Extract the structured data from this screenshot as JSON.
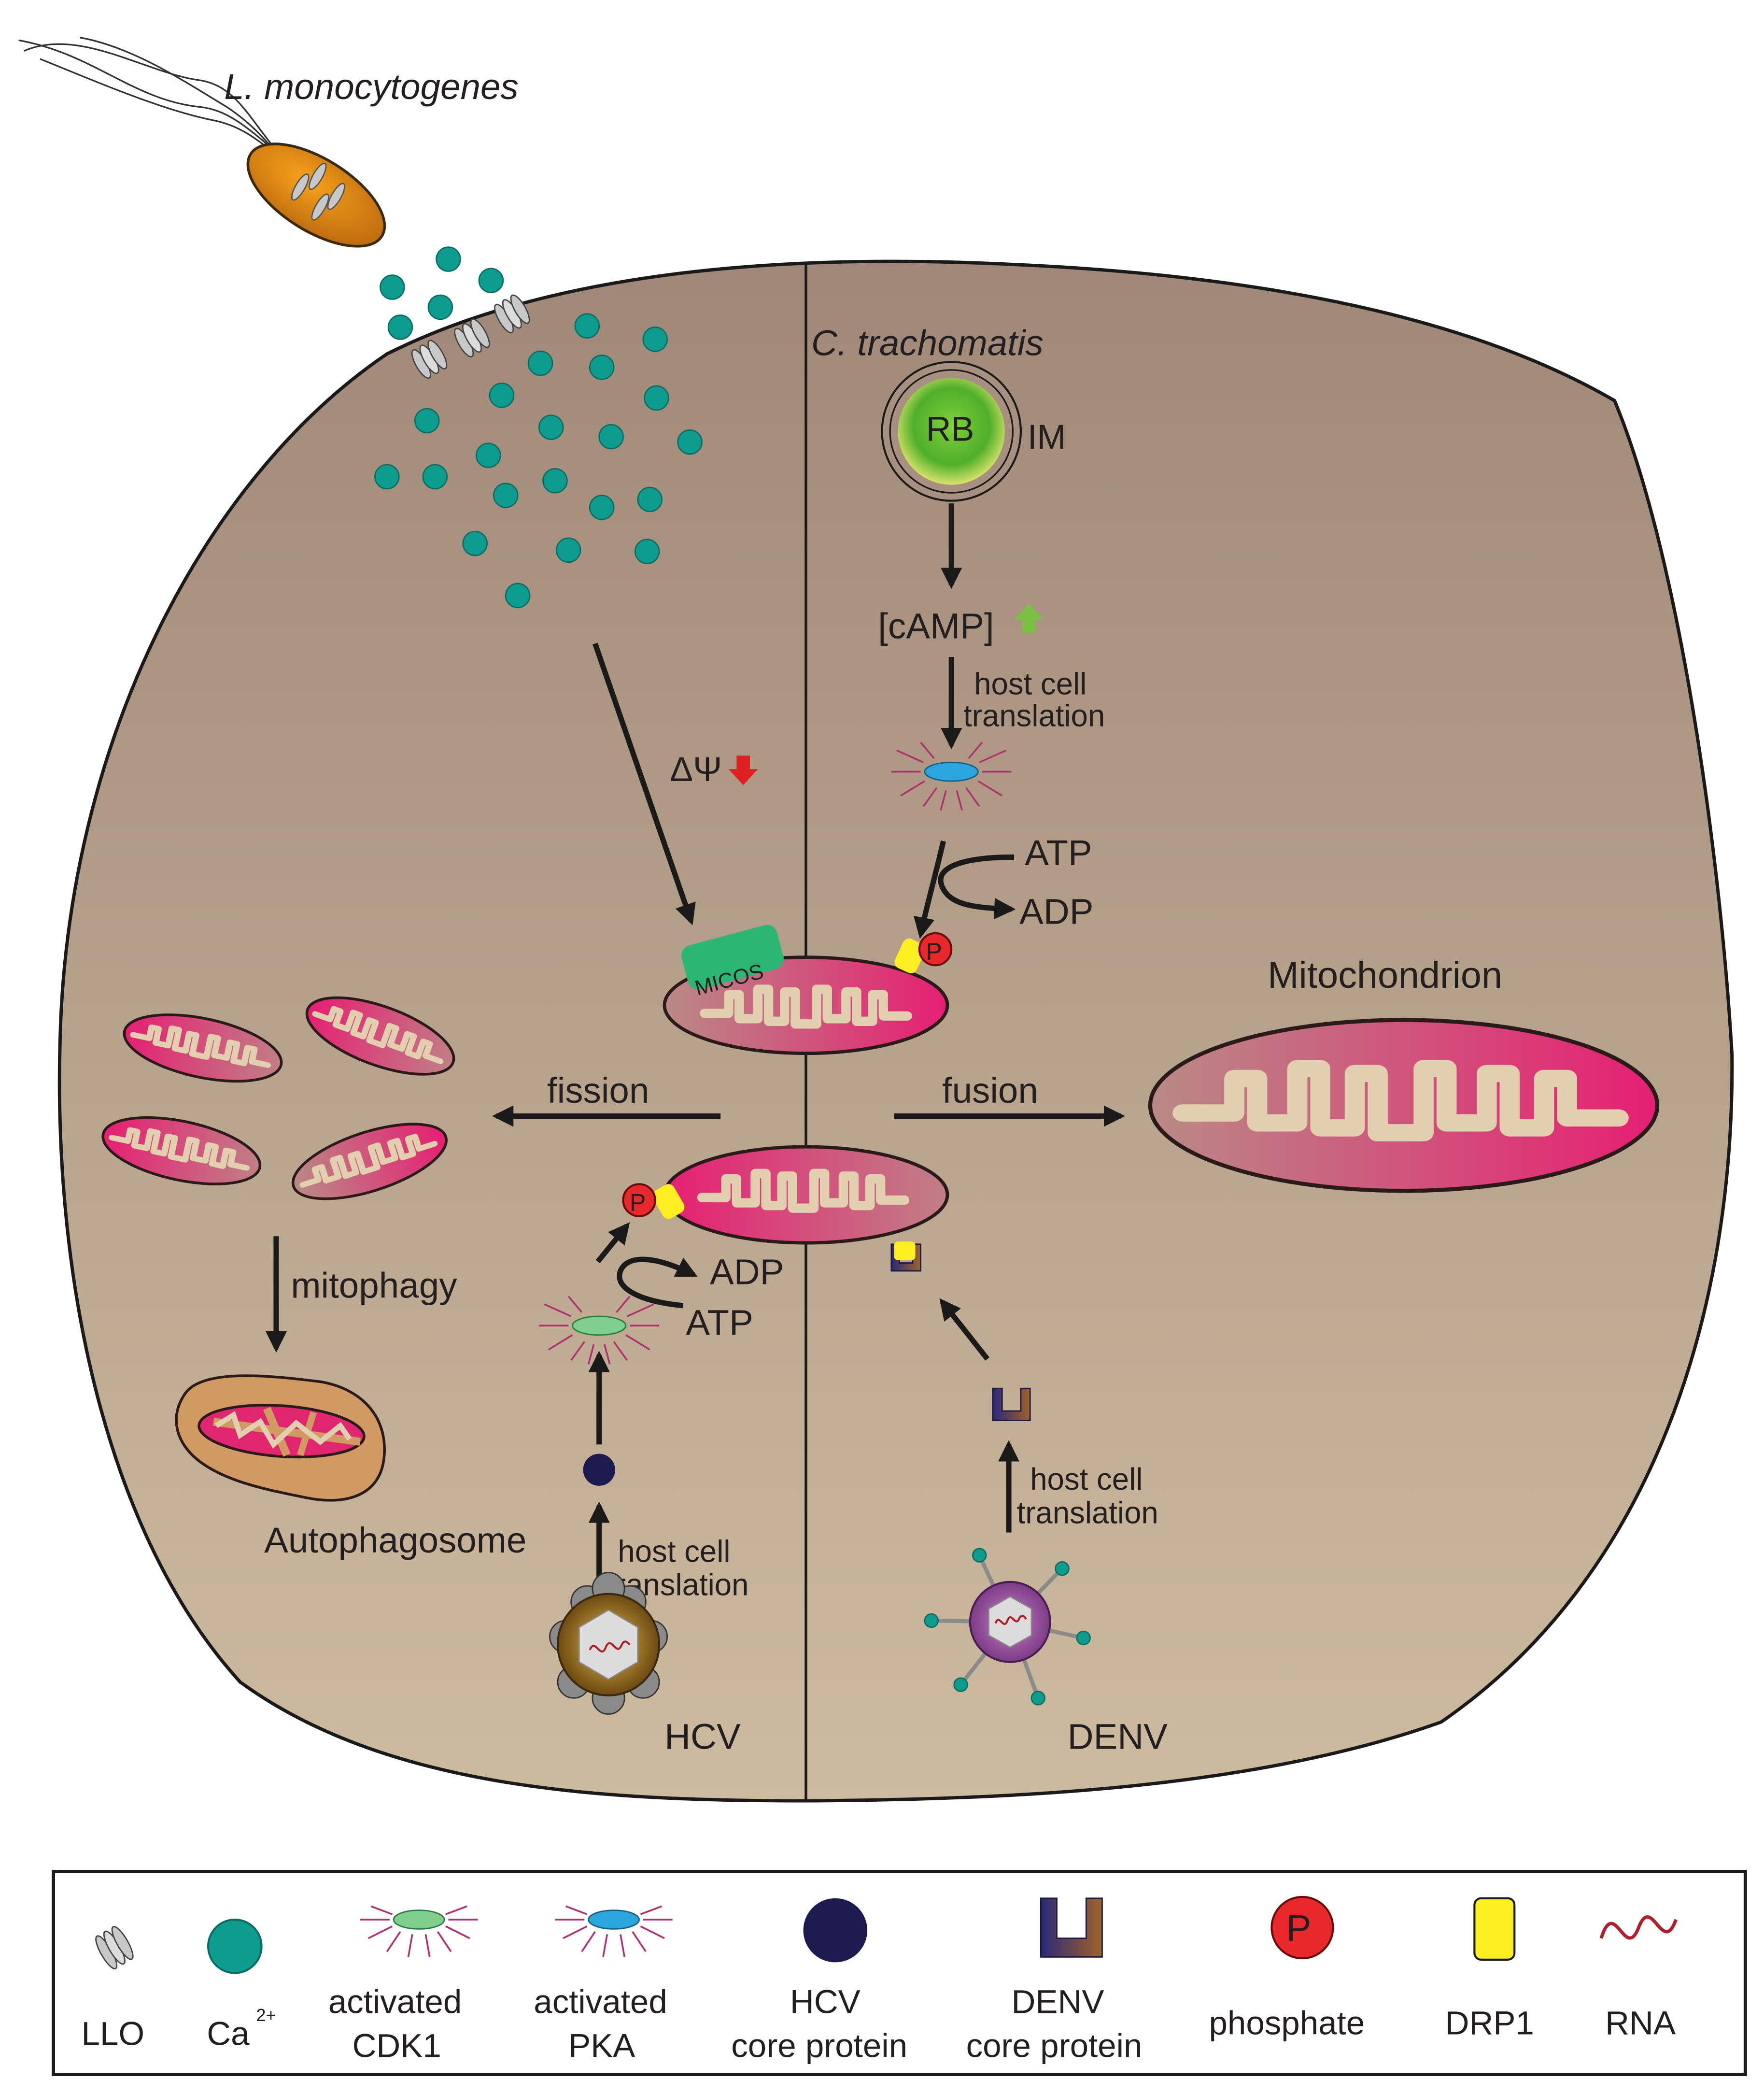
{
  "pathogens": {
    "listeria": "L. monocytogenes",
    "chlamydia": "C. trachomatis",
    "hcv": "HCV",
    "denv": "DENV"
  },
  "left_panel": {
    "delta_psi": "ΔΨ",
    "micos": "MICOS",
    "fission": "fission",
    "mitophagy": "mitophagy",
    "autophagosome": "Autophagosome",
    "p_label": "P",
    "adp": "ADP",
    "atp": "ATP",
    "host_translation_line1": "host cell",
    "host_translation_line2": "translation"
  },
  "right_panel": {
    "rb": "RB",
    "im": "IM",
    "camp": "[cAMP]",
    "host_translation_line1": "host cell",
    "host_translation_line2": "translation",
    "atp": "ATP",
    "adp": "ADP",
    "p_label": "P",
    "fusion": "fusion",
    "mitochondrion": "Mitochondrion",
    "host_translation2_line1": "host cell",
    "host_translation2_line2": "translation"
  },
  "legend": {
    "llo": "LLO",
    "ca": "Ca",
    "ca_sup": "2+",
    "cdk1_line1": "activated",
    "cdk1_line2": "CDK1",
    "pka_line1": "activated",
    "pka_line2": "PKA",
    "hcv_core_line1": "HCV",
    "hcv_core_line2": "core protein",
    "denv_core_line1": "DENV",
    "denv_core_line2": "core protein",
    "phosphate": "phosphate",
    "phosphate_icon": "P",
    "drp1": "DRP1",
    "rna": "RNA"
  },
  "colors": {
    "cell_top": "#a38c7c",
    "cell_bottom": "#c9b79c",
    "calcium": "#0e9c8f",
    "mito_pink": "#e0266f",
    "cristae": "#e2cfb0",
    "phosphate": "#e8282b",
    "drp1": "#fcee21",
    "cdk1": "#7fd08f",
    "pka": "#2aa5dd",
    "hcv_core": "#1c1a4f",
    "rb_green": "#6cc22e",
    "arrow": "#1a1a1a"
  }
}
